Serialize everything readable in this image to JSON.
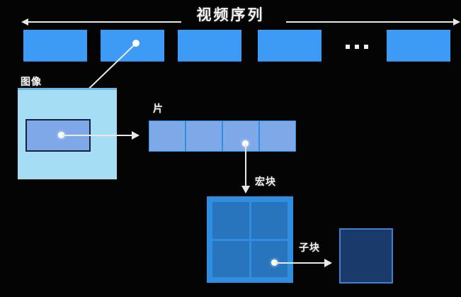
{
  "diagram": {
    "title": "视频序列",
    "background_color": "#040404",
    "labels": {
      "picture": "图像",
      "slice": "片",
      "macroblock": "宏块",
      "subblock": "子块"
    },
    "sequence": {
      "frame_count_visible": 5,
      "ellipsis": "...",
      "frames": [
        {
          "name": "frame-1"
        },
        {
          "name": "frame-2"
        },
        {
          "name": "frame-3"
        },
        {
          "name": "frame-4"
        },
        {
          "name": "frame-5"
        }
      ]
    },
    "slice_cells": [
      {
        "name": "slice-cell-1"
      },
      {
        "name": "slice-cell-2"
      },
      {
        "name": "slice-cell-3"
      },
      {
        "name": "slice-cell-4"
      }
    ],
    "macroblock_quadrants": [
      {
        "name": "quad-top-left"
      },
      {
        "name": "quad-top-right"
      },
      {
        "name": "quad-bottom-left"
      },
      {
        "name": "quad-bottom-right"
      }
    ],
    "colors": {
      "frame_blue": "#3d9bf5",
      "picture_light_blue": "#a5ddf5",
      "slice_blue": "#7fa8e8",
      "macroblock_border_blue": "#2f8ee0",
      "macroblock_quad_blue": "#2874bd",
      "subblock_navy": "#1a3a6b",
      "connector_white": "#e8e8e8"
    }
  }
}
